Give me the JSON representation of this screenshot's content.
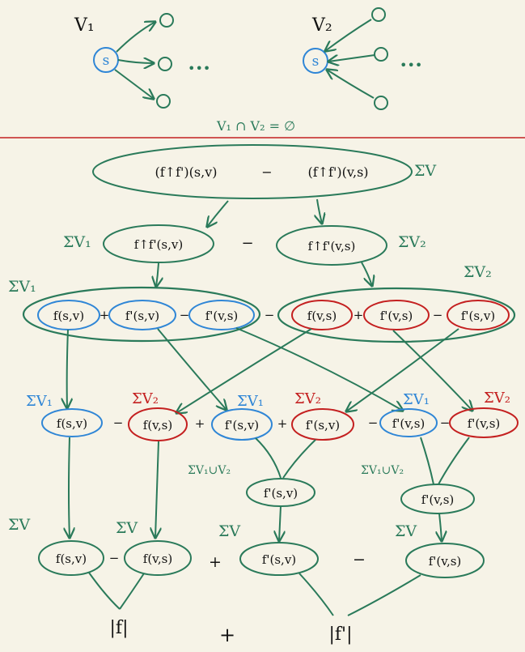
{
  "colors": {
    "background": "#f6f3e7",
    "green": "#2a7a5a",
    "blue": "#2f86d6",
    "red": "#c42020",
    "black": "#111111"
  },
  "top": {
    "v1_label": "V₁",
    "v2_label": "V₂",
    "source_label": "s",
    "ellipsis": "•••",
    "disjoint_note": "V₁ ∩ V₂ = ∅"
  },
  "row1": {
    "expr_left": "(f↑f')(s,v)",
    "minus": "−",
    "expr_right": "(f↑f')(v,s)",
    "sum_label": "ΣV"
  },
  "row2": {
    "sum_left": "ΣV₁",
    "left": "f↑f'(s,v)",
    "minus": "−",
    "right": "f↑f'(v,s)",
    "sum_right": "ΣV₂"
  },
  "row3": {
    "sum_left": "ΣV₁",
    "sum_right": "ΣV₂",
    "left_terms": [
      "f(s,v)",
      "f'(s,v)",
      "f'(v,s)"
    ],
    "right_terms": [
      "f(v,s)",
      "f'(v,s)",
      "f'(s,v)"
    ],
    "plus": "+",
    "minus": "−"
  },
  "row4": {
    "terms": [
      "f(s,v)",
      "f(v,s)",
      "f'(s,v)",
      "f'(s,v)",
      "f'(v,s)",
      "f'(v,s)"
    ],
    "sum_labels": [
      "ΣV₁",
      "ΣV₂",
      "ΣV₁",
      "ΣV₂",
      "ΣV₁",
      "ΣV₂"
    ],
    "operators": [
      "−",
      "+",
      "+",
      "−",
      "−"
    ]
  },
  "row5": {
    "union_left": "ΣV₁∪V₂",
    "union_right": "ΣV₁∪V₂",
    "mid_left": "f'(s,v)",
    "mid_right": "f'(v,s)"
  },
  "row6": {
    "sums": [
      "ΣV",
      "ΣV",
      "ΣV",
      "ΣV"
    ],
    "terms": [
      "f(s,v)",
      "f(v,s)",
      "f'(s,v)",
      "f'(v,s)"
    ],
    "operators": [
      "−",
      "+",
      "−"
    ]
  },
  "bottom": {
    "norm_f": "|f|",
    "plus": "+",
    "norm_fprime": "|f'|"
  }
}
